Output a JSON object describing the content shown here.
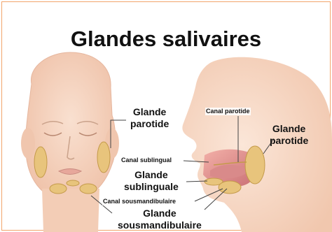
{
  "title": "Glandes salivaires",
  "labels": {
    "left_parotid": [
      "Glande",
      "parotide"
    ],
    "canal_parotide": "Canal parotide",
    "right_parotid": [
      "Glande",
      "parotide"
    ],
    "canal_sublingual": "Canal sublingual",
    "sublingual": [
      "Glande",
      "sublinguale"
    ],
    "canal_sousmandibulaire": "Canal sousmandibulaire",
    "sousmandibulaire": [
      "Glande",
      "sousmandibulaire"
    ]
  },
  "colors": {
    "skin": "#f5d3bf",
    "skin_shade": "#e8b79f",
    "gland": "#e8c47c",
    "gland_outline": "#c49a4a",
    "mouth": "#d98a8a",
    "border": "#f2a46a",
    "line": "#444444"
  }
}
